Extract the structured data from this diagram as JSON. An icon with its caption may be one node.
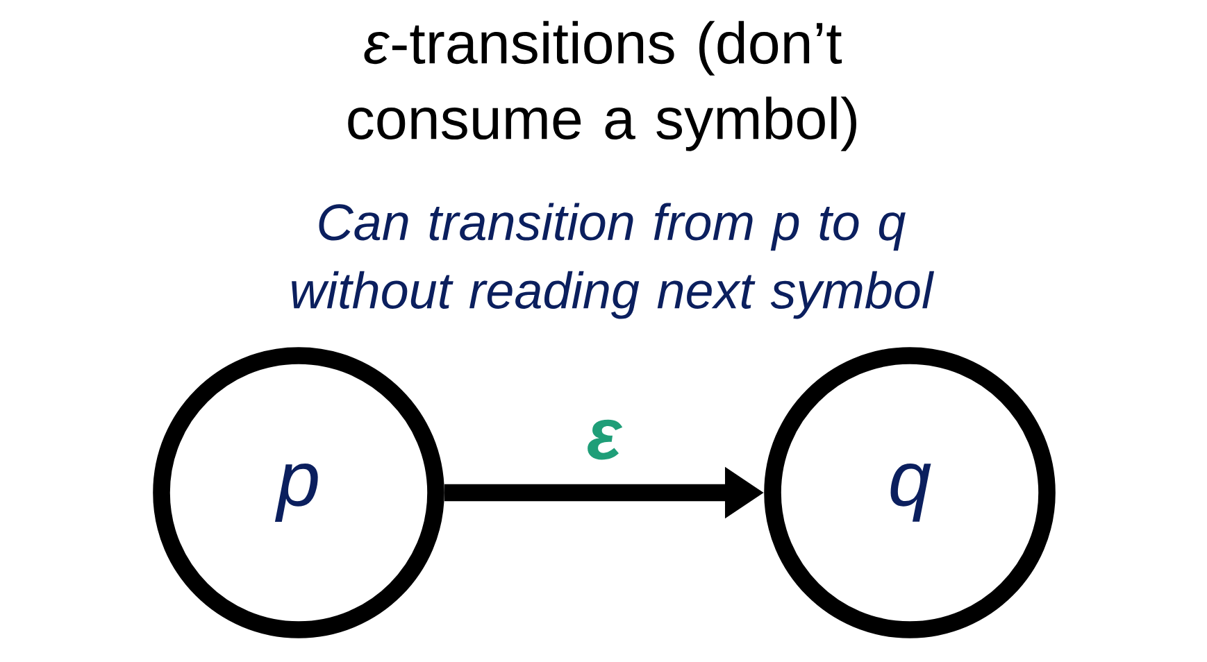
{
  "diagram": {
    "title": "*ε*-transitions (don’t consume a symbol)",
    "nodes": [
      {
        "text": [
          "p"
        ]
      },
      {
        "text": [
          "q"
        ]
      }
    ],
    "edges": [
      {
        "from": 0,
        "to": 1,
        "arrow": "to",
        "label": "ε"
      }
    ],
    "labels": [
      "Can transition from p to q without reading next symbol"
    ]
  }
}
